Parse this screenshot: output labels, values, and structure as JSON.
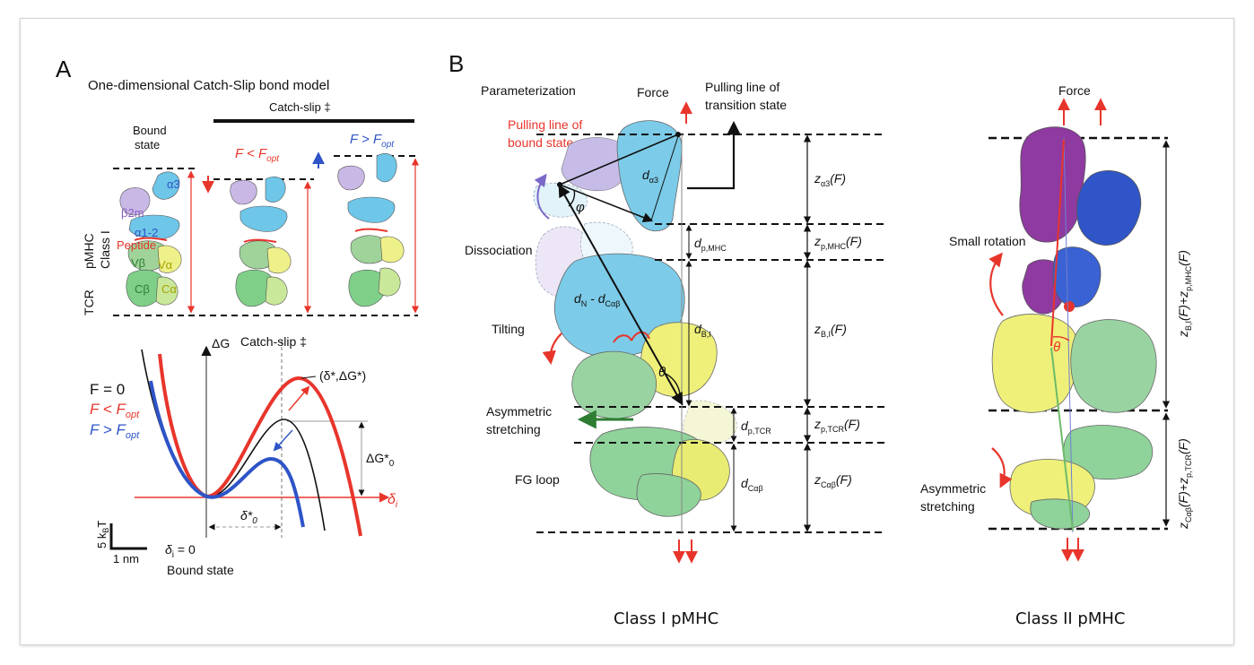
{
  "panel_a": {
    "letter": "A",
    "title": "One-dimensional Catch-Slip bond model",
    "catch_slip_header": "Catch-slip ‡",
    "bound_state_label_1": "Bound",
    "bound_state_label_2": "state",
    "f_less_label": "F < F",
    "f_more_label": "F > F",
    "opt_sub": "opt",
    "pmhc": "pMHC",
    "class_i": "Class I",
    "tcr": "TCR",
    "peptide": "Peptide",
    "domains": {
      "alpha3": "α3",
      "b2m": "β2m",
      "alpha12": "α1-2",
      "vbeta": "Vβ",
      "valpha": "Vα",
      "cbeta": "Cβ",
      "calpha": "Cα"
    },
    "energy": {
      "delta_g": "ΔG",
      "catch_slip": "Catch-slip ‡",
      "peak_label": "(δ*,ΔG*)",
      "f0": "F = 0",
      "f_less": "F < F",
      "f_more": "F > F",
      "opt": "opt",
      "dg0": "ΔG*",
      "dg0_sub": "0",
      "delta0": "δ*",
      "delta0_sub": "0",
      "delta_i": "δ",
      "delta_i_sub": "i",
      "delta_i_zero": "δ",
      "delta_i_zero_tail": " = 0",
      "bound_state": "Bound state",
      "scale_y": "5 k",
      "scale_y_sub": "B",
      "scale_y_tail": "T",
      "scale_x": "1 nm"
    }
  },
  "panel_b": {
    "letter": "B",
    "parameterization": "Parameterization",
    "force": "Force",
    "pulling_transition_1": "Pulling line of",
    "pulling_transition_2": "transition state",
    "pulling_bound_1": "Pulling line of",
    "pulling_bound_2": "bound state",
    "dissociation": "Dissociation",
    "tilting": "Tilting",
    "asym_1": "Asymmetric",
    "asym_2": "stretching",
    "fg_loop": "FG loop",
    "phi": "φ",
    "theta": "θ",
    "d_alpha3": "d",
    "d_alpha3_sub": "α3",
    "dn": "d",
    "dn_sub": "N",
    "dn_mid": " - d",
    "dn_sub2": "Cαβ",
    "d_pmhc": "d",
    "d_pmhc_sub": "p,MHC",
    "d_bi": "d",
    "d_bi_sub": "B,I",
    "d_ptcr": "d",
    "d_ptcr_sub": "p,TCR",
    "d_cab": "d",
    "d_cab_sub": "Cαβ",
    "z_a3": "z",
    "z_a3_sub": "α3",
    "z_pmhc": "z",
    "z_pmhc_sub": "p,MHC",
    "z_bi": "z",
    "z_bi_sub": "B,I",
    "z_ptcr": "z",
    "z_ptcr_sub": "p,TCR",
    "z_cab": "z",
    "z_cab_sub": "Cαβ",
    "of_f": "(F)",
    "caption": "Class I pMHC"
  },
  "panel_c": {
    "force": "Force",
    "small_rotation": "Small rotation",
    "asym_1": "Asymmetric",
    "asym_2": "stretching",
    "theta": "θ",
    "z_upper": "z",
    "z_upper_sub": "B,I",
    "z_upper_mid": "(F)+z",
    "z_upper_sub2": "p,MHC",
    "z_upper_tail": "(F)",
    "z_lower": "z",
    "z_lower_sub": "Cαβ",
    "z_lower_mid": "(F)+z",
    "z_lower_sub2": "p,TCR",
    "z_lower_tail": "(F)",
    "caption": "Class II pMHC"
  },
  "colors": {
    "red": "#e8352b",
    "blue": "#2e54c8",
    "purple": "#8b5fbf",
    "green": "#2e7d32"
  }
}
